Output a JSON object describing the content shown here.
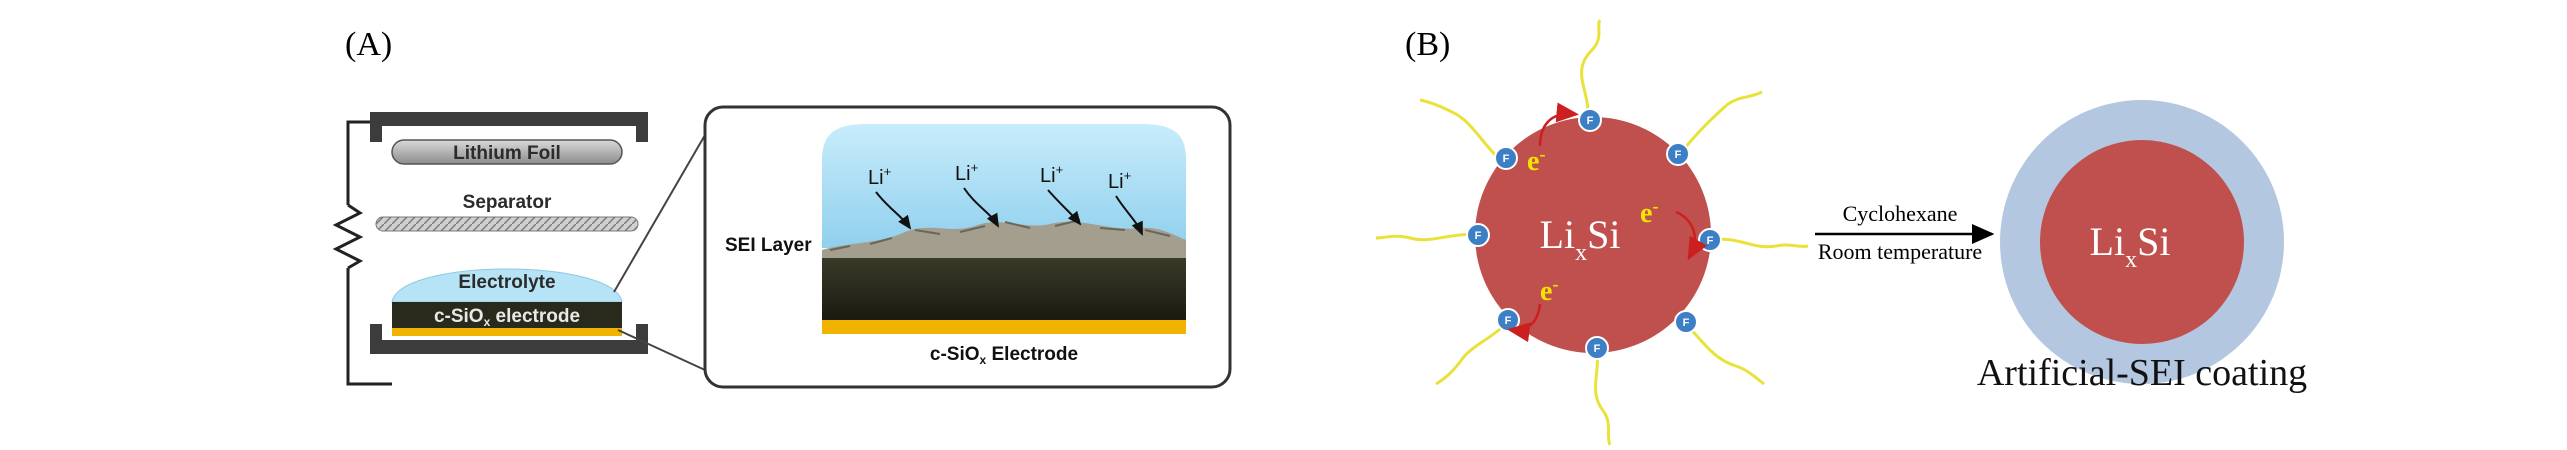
{
  "panel_a": {
    "label": "(A)",
    "lithium_foil": "Lithium Foil",
    "separator": "Separator",
    "electrolyte": "Electrolyte",
    "electrode_main": "c-SiO",
    "electrode_sub": "x",
    "electrode_tail": " electrode",
    "sei_layer": "SEI Layer",
    "li_ion": "Li",
    "li_charge": "+",
    "zoom_electrode_main": "c-SiO",
    "zoom_electrode_sub": "x",
    "zoom_electrode_tail": " Electrode"
  },
  "panel_b": {
    "label": "(B)",
    "particle_main": "Li",
    "particle_sub": "x",
    "particle_tail": "Si",
    "electron": "e",
    "electron_charge": "-",
    "f_label": "F",
    "arrow_top": "Cyclohexane",
    "arrow_bottom": "Room temperature",
    "coated_main": "Li",
    "coated_sub": "x",
    "coated_tail": "Si",
    "coating_label": "Artificial-SEI coating"
  },
  "colors": {
    "li_si_red": "#c0504d",
    "sei_blue": "#b4c7e0",
    "electrolyte_blue": "#a9dcf2",
    "electron_yellow": "#f5e400",
    "arrow_red": "#cc1f1f",
    "chain_yellow": "#e8e23a"
  }
}
